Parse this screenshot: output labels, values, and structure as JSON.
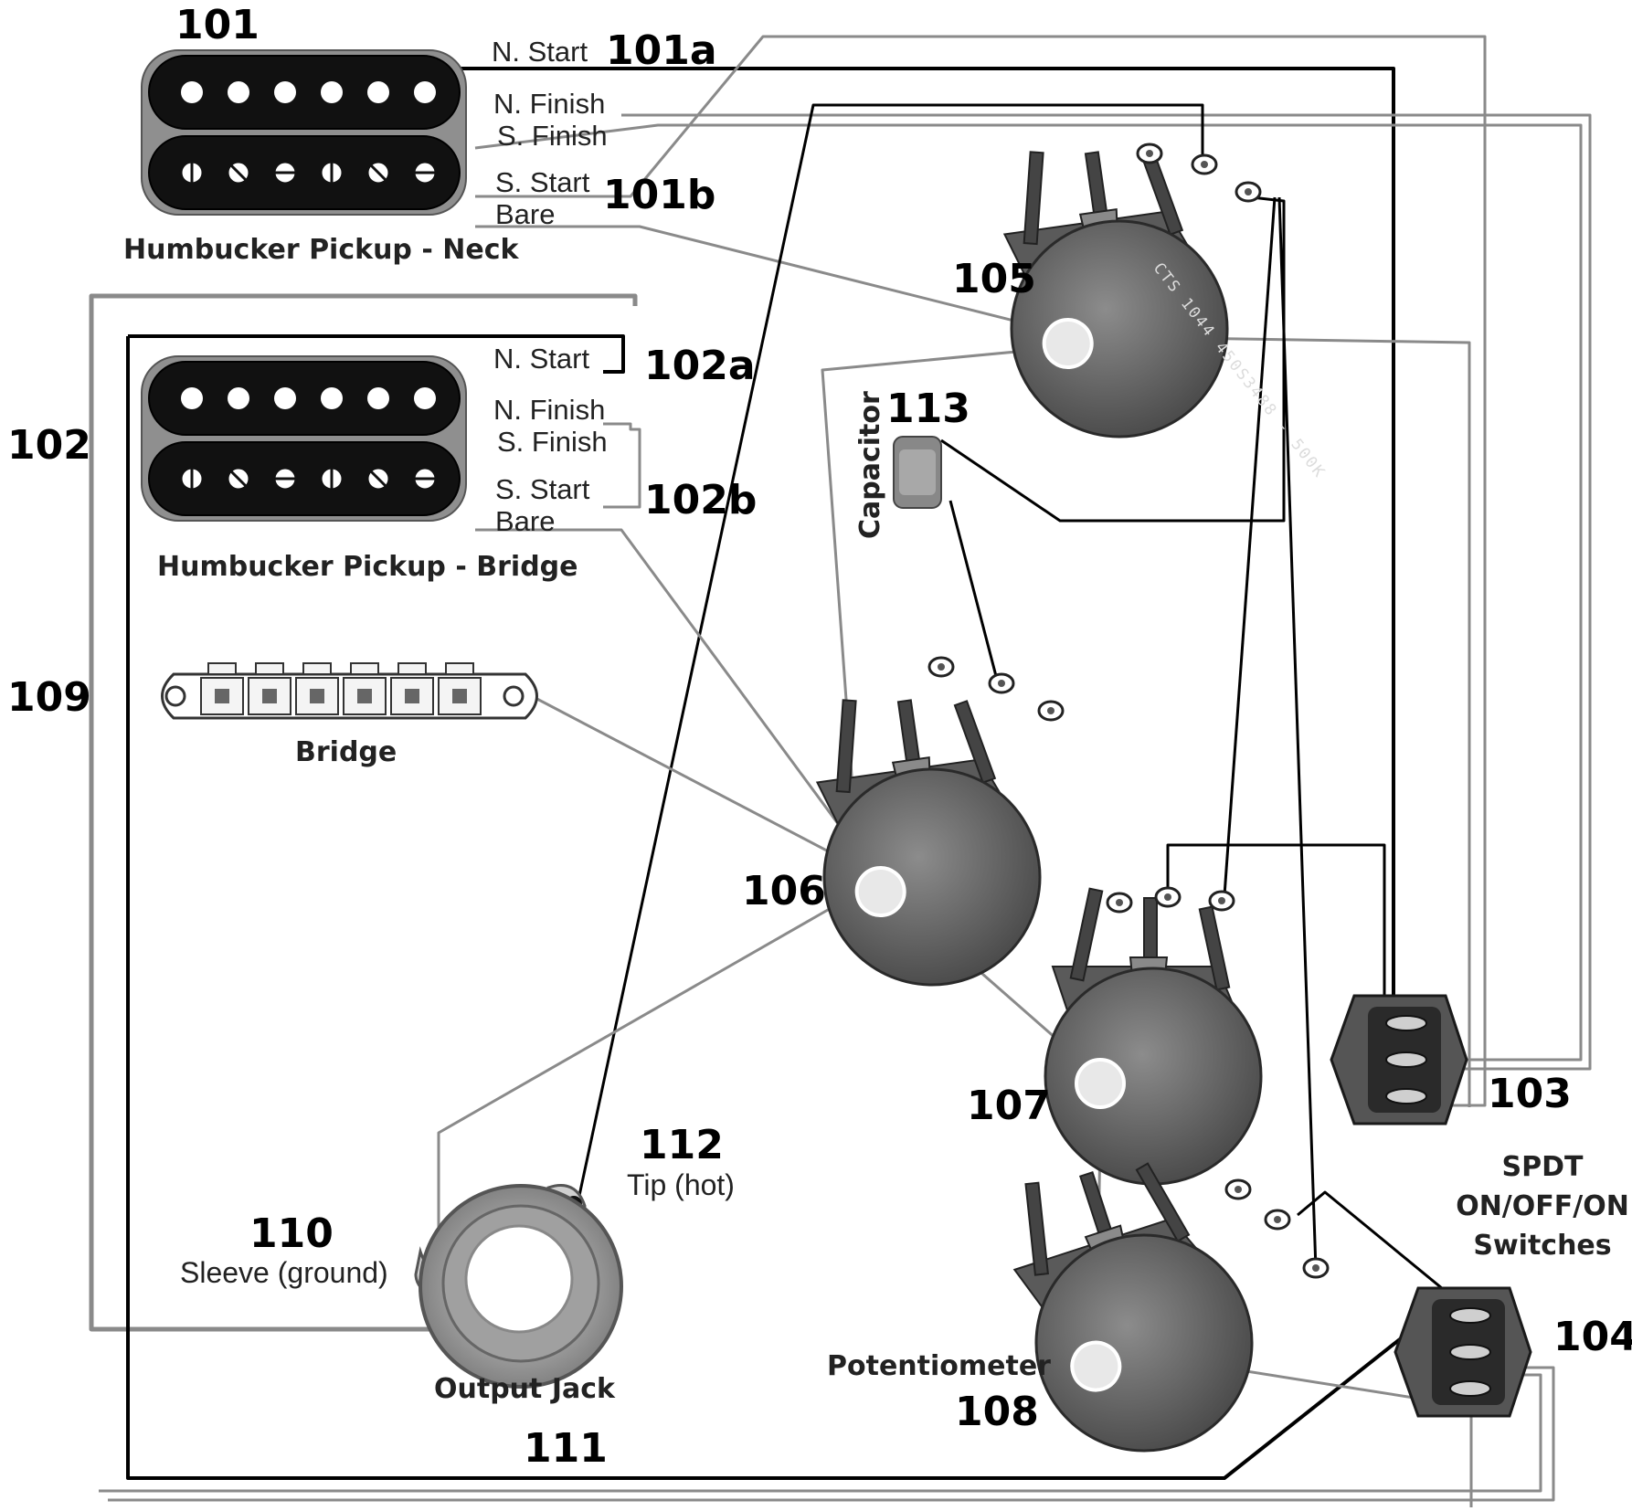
{
  "neck_pickup": {
    "ref": "101",
    "caption": "Humbucker Pickup - Neck",
    "wire_labels": [
      "N. Start",
      "N. Finish",
      "S. Finish",
      "S. Start",
      "Bare"
    ],
    "coil_refs": [
      "101a",
      "101b"
    ]
  },
  "bridge_pickup": {
    "ref": "102",
    "caption": "Humbucker Pickup - Bridge",
    "wire_labels": [
      "N. Start",
      "N. Finish",
      "S. Finish",
      "S. Start",
      "Bare"
    ],
    "coil_refs": [
      "102a",
      "102b"
    ]
  },
  "bridge": {
    "ref": "109",
    "caption": "Bridge"
  },
  "switches": {
    "refs": [
      "103",
      "104"
    ],
    "caption_lines": [
      "SPDT",
      "ON/OFF/ON",
      "Switches"
    ]
  },
  "potentiometers": {
    "refs": [
      "105",
      "106",
      "107",
      "108"
    ],
    "caption": "Potentiometer",
    "body_text": "CTS 1044  450S3488 - 500K"
  },
  "capacitor": {
    "ref": "113",
    "caption": "Capacitor"
  },
  "output_jack": {
    "ref": "111",
    "caption": "Output Jack",
    "sleeve_ref": "110",
    "sleeve_label": "Sleeve (ground)",
    "tip_ref": "112",
    "tip_label": "Tip (hot)"
  },
  "colors": {
    "pickup_body": "#111111",
    "pickup_bobbin": "#909090",
    "pot_body": "#6e6e6e",
    "wire_black": "#111111",
    "wire_gray": "#8a8a8a"
  }
}
